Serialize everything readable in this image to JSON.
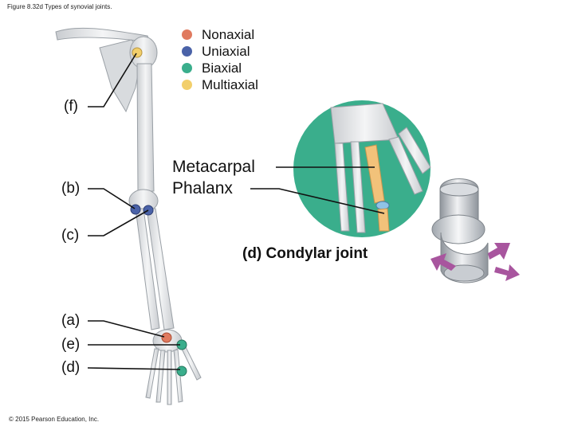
{
  "caption": "Figure 8.32d Types of synovial joints.",
  "copyright": "© 2015 Pearson Education, Inc.",
  "legend": [
    {
      "label": "Nonaxial",
      "color": "#E07A5F"
    },
    {
      "label": "Uniaxial",
      "color": "#4A62A8"
    },
    {
      "label": "Biaxial",
      "color": "#3AAE8C"
    },
    {
      "label": "Multiaxial",
      "color": "#F2CF6B"
    }
  ],
  "joint_labels": {
    "f": "(f)",
    "b": "(b)",
    "c": "(c)",
    "a": "(a)",
    "e": "(e)",
    "d": "(d)"
  },
  "detail": {
    "metacarpal": "Metacarpal",
    "phalanx": "Phalanx",
    "title": "(d) Condylar joint"
  },
  "colors": {
    "bone": "#E4E6E8",
    "bone_outline": "#9AA0A6",
    "circle_bg": "#3AAE8C",
    "highlight_bone": "#F2C27A",
    "arrow": "#A8559E",
    "model_metal": "#B9BEC4"
  }
}
